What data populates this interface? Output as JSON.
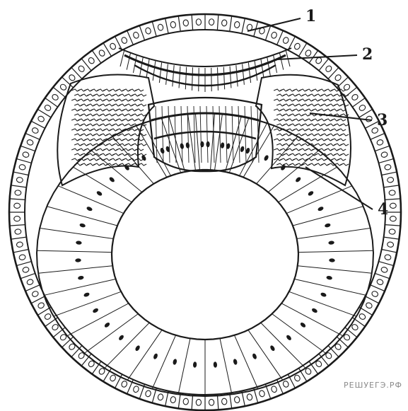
{
  "diagram": {
    "callouts": [
      {
        "id": "1",
        "label": "1"
      },
      {
        "id": "2",
        "label": "2"
      },
      {
        "id": "3",
        "label": "3"
      },
      {
        "id": "4",
        "label": "4"
      }
    ]
  },
  "watermark": {
    "text": "РЕШУЕГЭ.РФ"
  },
  "colors": {
    "ink": "#1a1a1a",
    "paper": "#ffffff",
    "watermark": "#8a8a8a"
  }
}
